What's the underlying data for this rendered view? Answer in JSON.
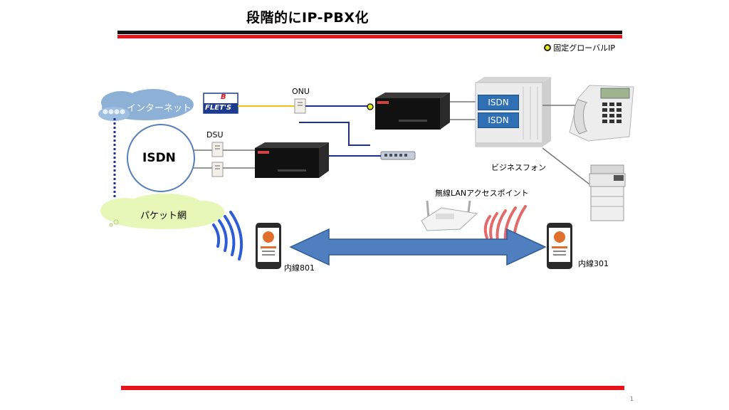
{
  "title": "段階的にIP-PBX化",
  "legend": {
    "label": "固定グローバルIP",
    "dot_color": "#e6ef1a"
  },
  "nodes": {
    "internet_cloud": "インターネット",
    "flets_logo": "FLET'S",
    "flets_b": "B",
    "onu": "ONU",
    "dsu": "DSU",
    "isdn_circle": "ISDN",
    "isdn_card_1": "ISDN",
    "isdn_card_2": "ISDN",
    "business_phone": "ビジネスフォン",
    "packet_cloud": "パケット網",
    "access_point": "無線LANアクセスポイント",
    "extension_left": "内線801",
    "extension_right": "内線301"
  },
  "page_number": "1",
  "colors": {
    "rule_black": "#111111",
    "rule_red": "#e8141b",
    "arrow_fill": "#4f7fbf",
    "cable_blue": "#1c2e9a",
    "cable_yellow": "#f2c21a",
    "cloud_blue": "#8cb0d6",
    "cloud_green": "#e6f7b8"
  }
}
